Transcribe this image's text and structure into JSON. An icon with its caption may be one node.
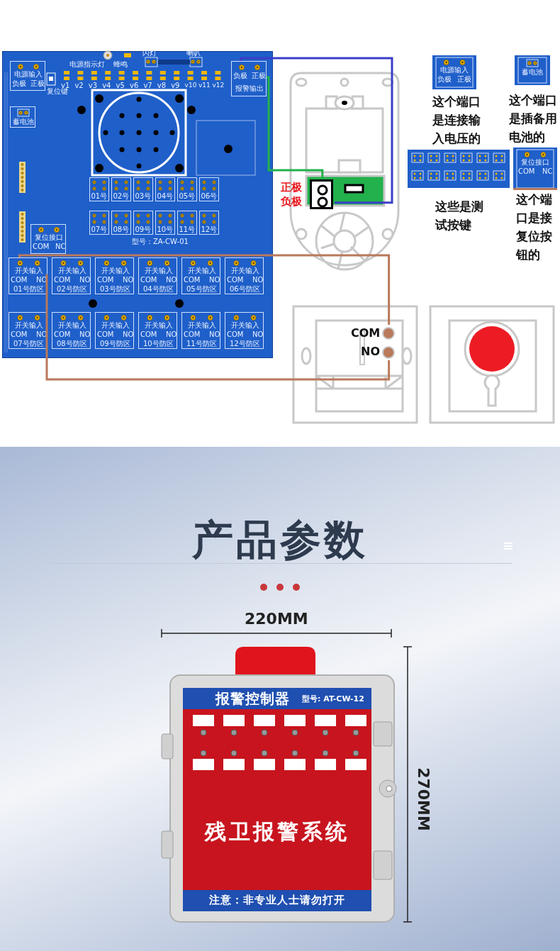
{
  "diagram": {
    "title": "产品参数",
    "nodes": [
      {
        "text": [],
        "shape": "picture"
      },
      {
        "text": [
          "电源输入",
          "负极",
          "正极"
        ],
        "in": 0
      },
      {
        "text": [
          "负极",
          "正极",
          "报警输出"
        ],
        "in": 0
      },
      {
        "text": [
          "蓄电池"
        ],
        "in": 0
      },
      {
        "text": [
          "复位接口",
          "COM",
          "NC"
        ],
        "in": 0
      },
      {
        "text": [
          "开关输入",
          "COM",
          "NO",
          "01号防区"
        ],
        "in": 0
      },
      {
        "text": [
          "开关输入",
          "COM",
          "NO",
          "02号防区"
        ],
        "in": 0
      },
      {
        "text": [
          "开关输入",
          "COM",
          "NO",
          "03号防区"
        ],
        "in": 0
      },
      {
        "text": [
          "开关输入",
          "COM",
          "NO",
          "04号防区"
        ],
        "in": 0
      },
      {
        "text": [
          "开关输入",
          "COM",
          "NO",
          "05号防区"
        ],
        "in": 0
      },
      {
        "text": [
          "开关输入",
          "COM",
          "NO",
          "06号防区"
        ],
        "in": 0
      },
      {
        "text": [
          "开关输入",
          "COM",
          "NO",
          "07号防区"
        ],
        "in": 0
      },
      {
        "text": [
          "开关输入",
          "COM",
          "NO",
          "08号防区"
        ],
        "in": 0
      },
      {
        "text": [
          "开关输入",
          "COM",
          "NO",
          "09号防区"
        ],
        "in": 0
      },
      {
        "text": [
          "开关输入",
          "COM",
          "NO",
          "10号防区"
        ],
        "in": 0
      },
      {
        "text": [
          "开关输入",
          "COM",
          "NO",
          "11号防区"
        ],
        "in": 0
      },
      {
        "text": [
          "开关输入",
          "COM",
          "NO",
          "12号防区"
        ],
        "in": 0
      },
      {
        "text": [
          "01号"
        ],
        "in": 0
      },
      {
        "text": [
          "02号"
        ],
        "in": 0
      },
      {
        "text": [
          "03号"
        ],
        "in": 0
      },
      {
        "text": [
          "04号"
        ],
        "in": 0
      },
      {
        "text": [
          "05号"
        ],
        "in": 0
      },
      {
        "text": [
          "06号"
        ],
        "in": 0
      },
      {
        "text": [
          "07号"
        ],
        "in": 0
      },
      {
        "text": [
          "08号"
        ],
        "in": 0
      },
      {
        "text": [
          "09号"
        ],
        "in": 0
      },
      {
        "text": [
          "10号"
        ],
        "in": 0
      },
      {
        "text": [
          "11号"
        ],
        "in": 0
      },
      {
        "text": [
          "12号"
        ],
        "in": 0
      },
      {
        "text": [],
        "shape": "picture"
      },
      {
        "text": [
          "正极",
          "负极"
        ],
        "in": 29
      },
      {
        "text": [],
        "shape": "picture"
      },
      {
        "text": [
          "COM",
          "NO"
        ],
        "in": 31
      },
      {
        "text": [],
        "shape": "picture"
      },
      {
        "text": [
          "电源输入",
          "负极",
          "正极"
        ],
        "beside": [
          "这个端口是连接输入电压的"
        ]
      },
      {
        "text": [
          "蓄电池"
        ],
        "beside": [
          "这个端口是插备用电池的"
        ]
      },
      {
        "text": [],
        "shape": "picture",
        "beside": [
          "这些是测试按键"
        ]
      },
      {
        "text": [
          "复位接口",
          "COM",
          "NC"
        ],
        "beside": [
          "这个端口是接复位按钮的"
        ]
      },
      {
        "text": [
          "报警控制器",
          "型号: AT-CW-12",
          "残卫报警系统",
          "注意：非专业人士请勿打开"
        ]
      }
    ],
    "edges": [
      {
        "from": 2,
        "to": 30,
        "arrow": "none",
        "color": "#3b3fc8"
      },
      {
        "from": 2,
        "to": 30,
        "arrow": "none",
        "color": "#22b14c"
      },
      {
        "from": 5,
        "to": 32,
        "arrow": "none",
        "color": "#b9795a"
      },
      {
        "from": 5,
        "to": 32,
        "arrow": "none",
        "color": "#b9795a"
      }
    ],
    "labels": [
      "电源指示灯",
      "蜂鸣",
      "闪灯",
      "喇叭",
      "v1",
      "v2",
      "v3",
      "v4",
      "v5",
      "v6",
      "v7",
      "v8",
      "v9",
      "v10",
      "v11",
      "v12",
      "复位键",
      "型号：ZA-CW-01",
      "220MM",
      "270MM"
    ]
  }
}
